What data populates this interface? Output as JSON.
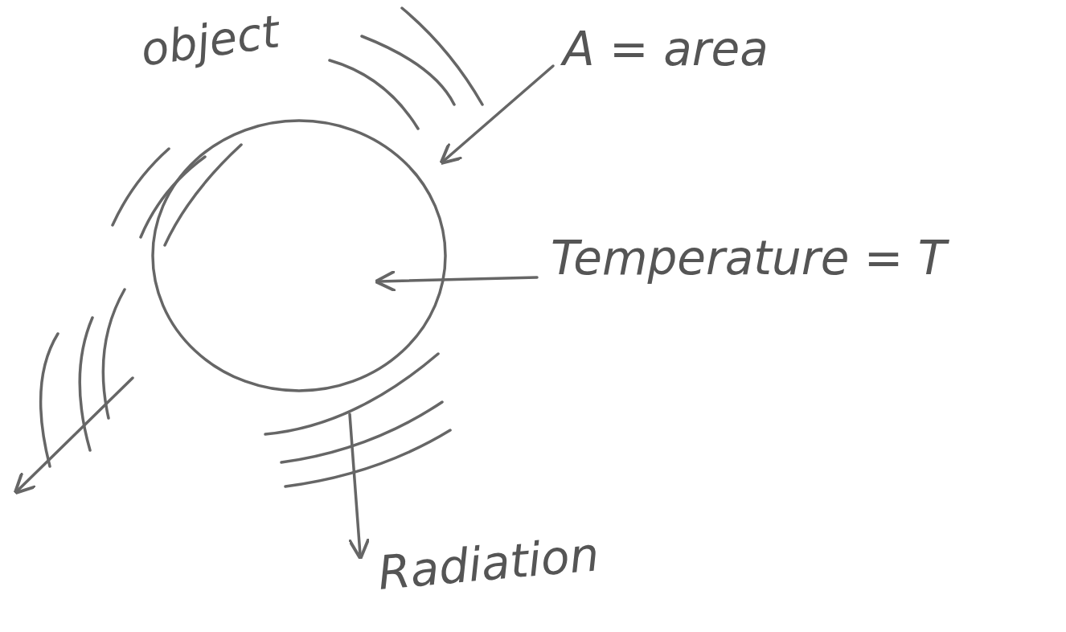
{
  "diagram": {
    "labels": [
      "object",
      "A = area",
      "Temperature = T",
      "Radiation"
    ]
  }
}
